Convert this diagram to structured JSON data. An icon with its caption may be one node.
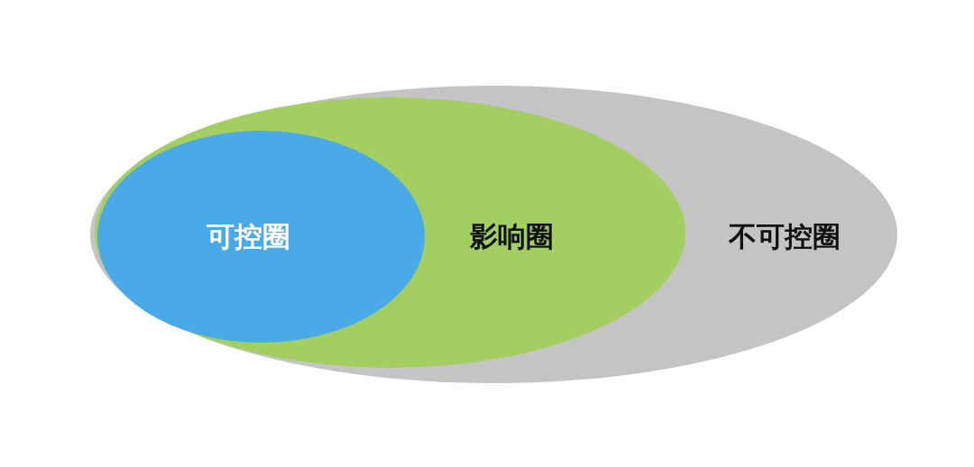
{
  "diagram": {
    "nodes": [
      {
        "text": [
          "不可控圈"
        ]
      },
      {
        "text": [
          "影响圈"
        ],
        "in": 0
      },
      {
        "text": [
          "可控圈"
        ],
        "in": 1
      }
    ]
  }
}
